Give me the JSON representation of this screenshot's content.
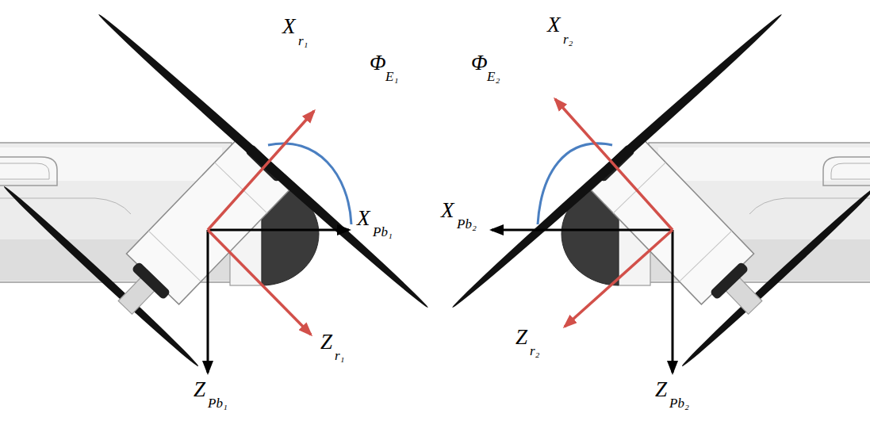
{
  "diagram": {
    "labels": [
      "X",
      "r₁",
      "Φ",
      "E₁",
      "X",
      "Pb₁",
      "Z",
      "Pb₁",
      "Z",
      "r₁",
      "X",
      "r₂",
      "Φ",
      "E₂",
      "X",
      "Pb₂",
      "Z",
      "r₂",
      "Z",
      "Pb₂"
    ]
  }
}
